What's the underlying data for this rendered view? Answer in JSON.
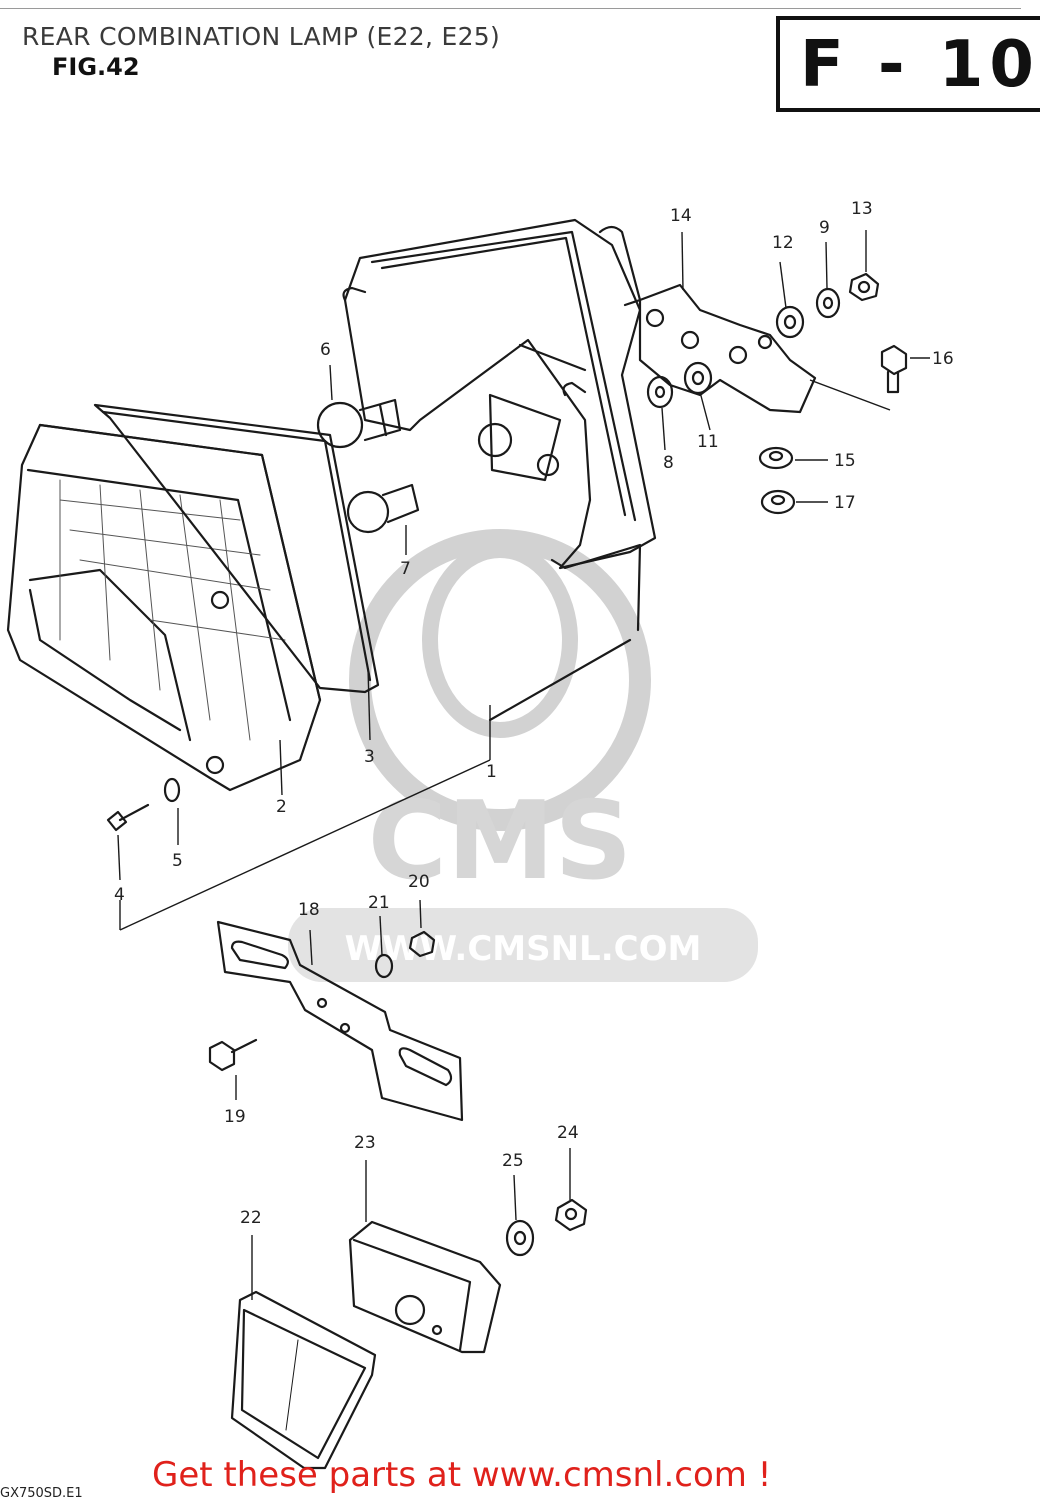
{
  "header": {
    "title": "REAR COMBINATION LAMP (E22, E25)",
    "fig_label": "FIG.42",
    "page_box": "F - 10"
  },
  "watermark": {
    "logo_text": "CMS",
    "url_text": "WWW.CMSNL.COM"
  },
  "callouts": [
    {
      "id": "c1",
      "text": "1"
    },
    {
      "id": "c2",
      "text": "2"
    },
    {
      "id": "c3",
      "text": "3"
    },
    {
      "id": "c4",
      "text": "4"
    },
    {
      "id": "c5",
      "text": "5"
    },
    {
      "id": "c6",
      "text": "6"
    },
    {
      "id": "c7",
      "text": "7"
    },
    {
      "id": "c8",
      "text": "8"
    },
    {
      "id": "c9",
      "text": "9"
    },
    {
      "id": "c11",
      "text": "11"
    },
    {
      "id": "c12",
      "text": "12"
    },
    {
      "id": "c13",
      "text": "13"
    },
    {
      "id": "c14",
      "text": "14"
    },
    {
      "id": "c15",
      "text": "15"
    },
    {
      "id": "c16",
      "text": "16"
    },
    {
      "id": "c17",
      "text": "17"
    },
    {
      "id": "c18",
      "text": "18"
    },
    {
      "id": "c19",
      "text": "19"
    },
    {
      "id": "c20",
      "text": "20"
    },
    {
      "id": "c21",
      "text": "21"
    },
    {
      "id": "c22",
      "text": "22"
    },
    {
      "id": "c23",
      "text": "23"
    },
    {
      "id": "c24",
      "text": "24"
    },
    {
      "id": "c25",
      "text": "25"
    }
  ],
  "footer": {
    "promo": "Get these parts at www.cmsnl.com !",
    "code": "GX750SD.E1"
  },
  "colors": {
    "line": "#1a1a1a",
    "footer_text": "#e0211b",
    "watermark": "#d9d9d9"
  }
}
